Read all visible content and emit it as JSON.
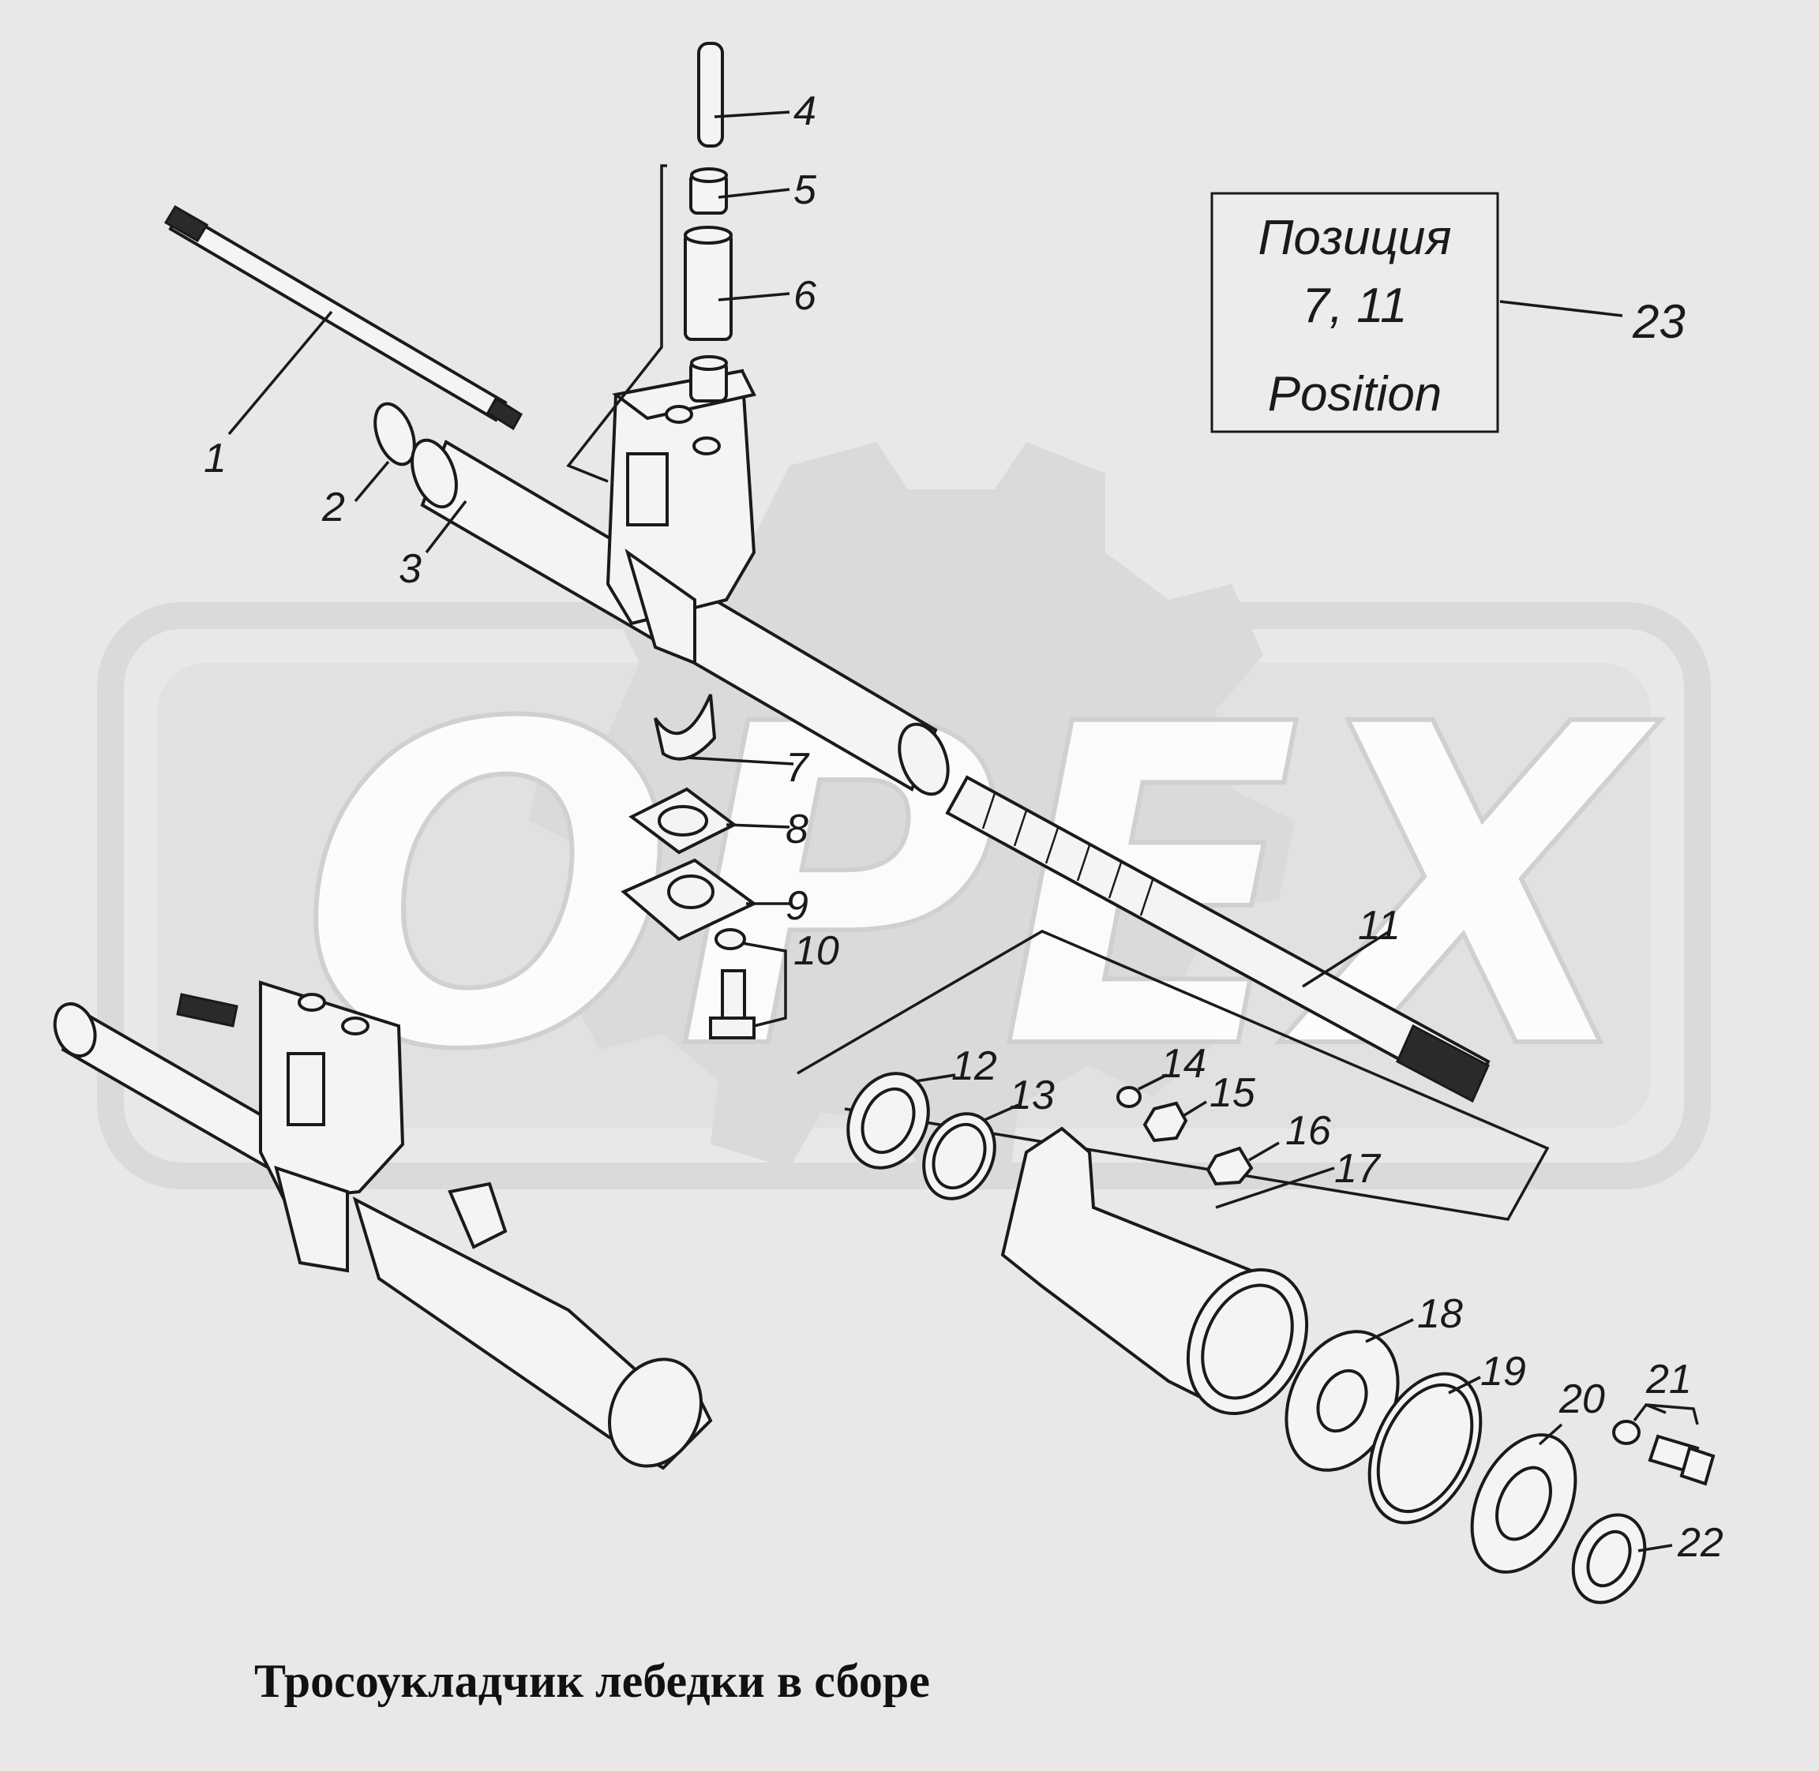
{
  "caption": "Тросоукладчик лебедки в сборе",
  "note": {
    "line1": "Позиция",
    "line2": "7, 11",
    "line3": "Position",
    "ref": "23"
  },
  "watermark": "OPEX",
  "callouts": [
    "1",
    "2",
    "3",
    "4",
    "5",
    "6",
    "7",
    "8",
    "9",
    "10",
    "11",
    "12",
    "13",
    "14",
    "15",
    "16",
    "17",
    "18",
    "19",
    "20",
    "21",
    "22"
  ]
}
